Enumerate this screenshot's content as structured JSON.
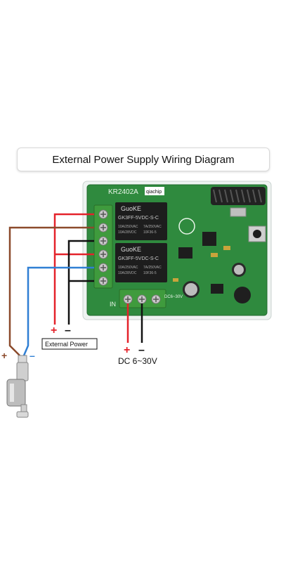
{
  "title": "External Power Supply Wiring Diagram",
  "board": {
    "model": "KR2402A",
    "brand": "qiachip",
    "relay_brand": "GuoKE",
    "relay_model": "GK3FF-5VDC-S-C",
    "relay_rating_1": "10A/250VAC",
    "relay_rating_2": "10A/28VDC",
    "relay_rating_3": "7A/250VAC",
    "relay_rating_4": "10F36-5",
    "power_input_label": "IN",
    "voltage_range_silk": "DC6~30V"
  },
  "external_power": {
    "label": "External Power",
    "plus": "+",
    "minus": "–"
  },
  "dc_input": {
    "plus": "+",
    "minus": "–",
    "label": "DC 6~30V"
  },
  "actuator": {
    "plus": "+",
    "minus": "–"
  },
  "colors": {
    "red": "#e4222a",
    "black": "#111111",
    "brown": "#8b4a2b",
    "blue": "#2f7fd4",
    "pcb": "#2f8a3e",
    "terminal": "#3f9b3d"
  }
}
